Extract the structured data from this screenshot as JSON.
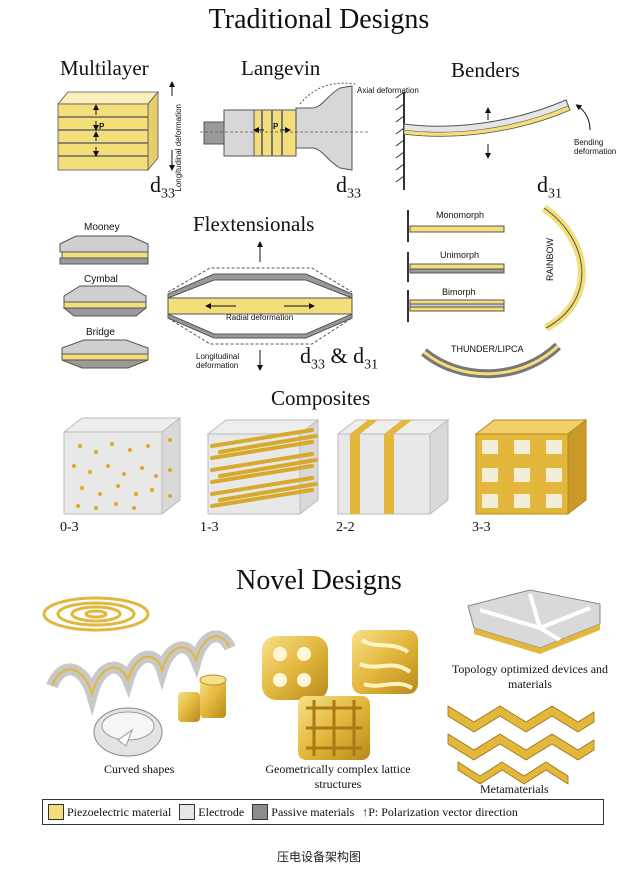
{
  "titles": {
    "traditional": "Traditional Designs",
    "novel": "Novel Designs"
  },
  "sections": {
    "multilayer": "Multilayer",
    "langevin": "Langevin",
    "benders": "Benders",
    "flextensionals": "Flextensionals",
    "composites": "Composites"
  },
  "symbols": {
    "multilayer": {
      "base": "d",
      "sub": "33"
    },
    "langevin": {
      "base": "d",
      "sub": "33"
    },
    "benders": {
      "base": "d",
      "sub": "31"
    },
    "flex_a": {
      "base": "d",
      "sub": "33"
    },
    "flex_amp": " & ",
    "flex_b": {
      "base": "d",
      "sub": "31"
    }
  },
  "annotations": {
    "longitudinal": "Longitudinal deformation",
    "axial": "Axial deformation",
    "bending": "Bending deformation",
    "radial": "Radial deformation",
    "longitudinal_flex": "Longitudinal deformation",
    "p": "P"
  },
  "flex_types": [
    "Mooney",
    "Cymbal",
    "Bridge"
  ],
  "bender_types": [
    "Monomorph",
    "Unimorph",
    "Bimorph",
    "RAINBOW",
    "THUNDER/LIPCA"
  ],
  "composites": [
    "0-3",
    "1-3",
    "2-2",
    "3-3"
  ],
  "novel_labels": {
    "curved": "Curved shapes",
    "lattice": "Geometrically complex lattice structures",
    "topology": "Topology optimized devices and materials",
    "meta": "Metamaterials"
  },
  "legend": {
    "piezo": "Piezoelectric material",
    "electrode": "Electrode",
    "passive": "Passive materials",
    "polarization": "↑P: Polarization vector direction"
  },
  "colors": {
    "piezo": "#f3de7a",
    "electrode": "#e6e6e6",
    "passive": "#8c8c8c",
    "gold": "#e2b73c"
  },
  "caption": "压电设备架构图"
}
